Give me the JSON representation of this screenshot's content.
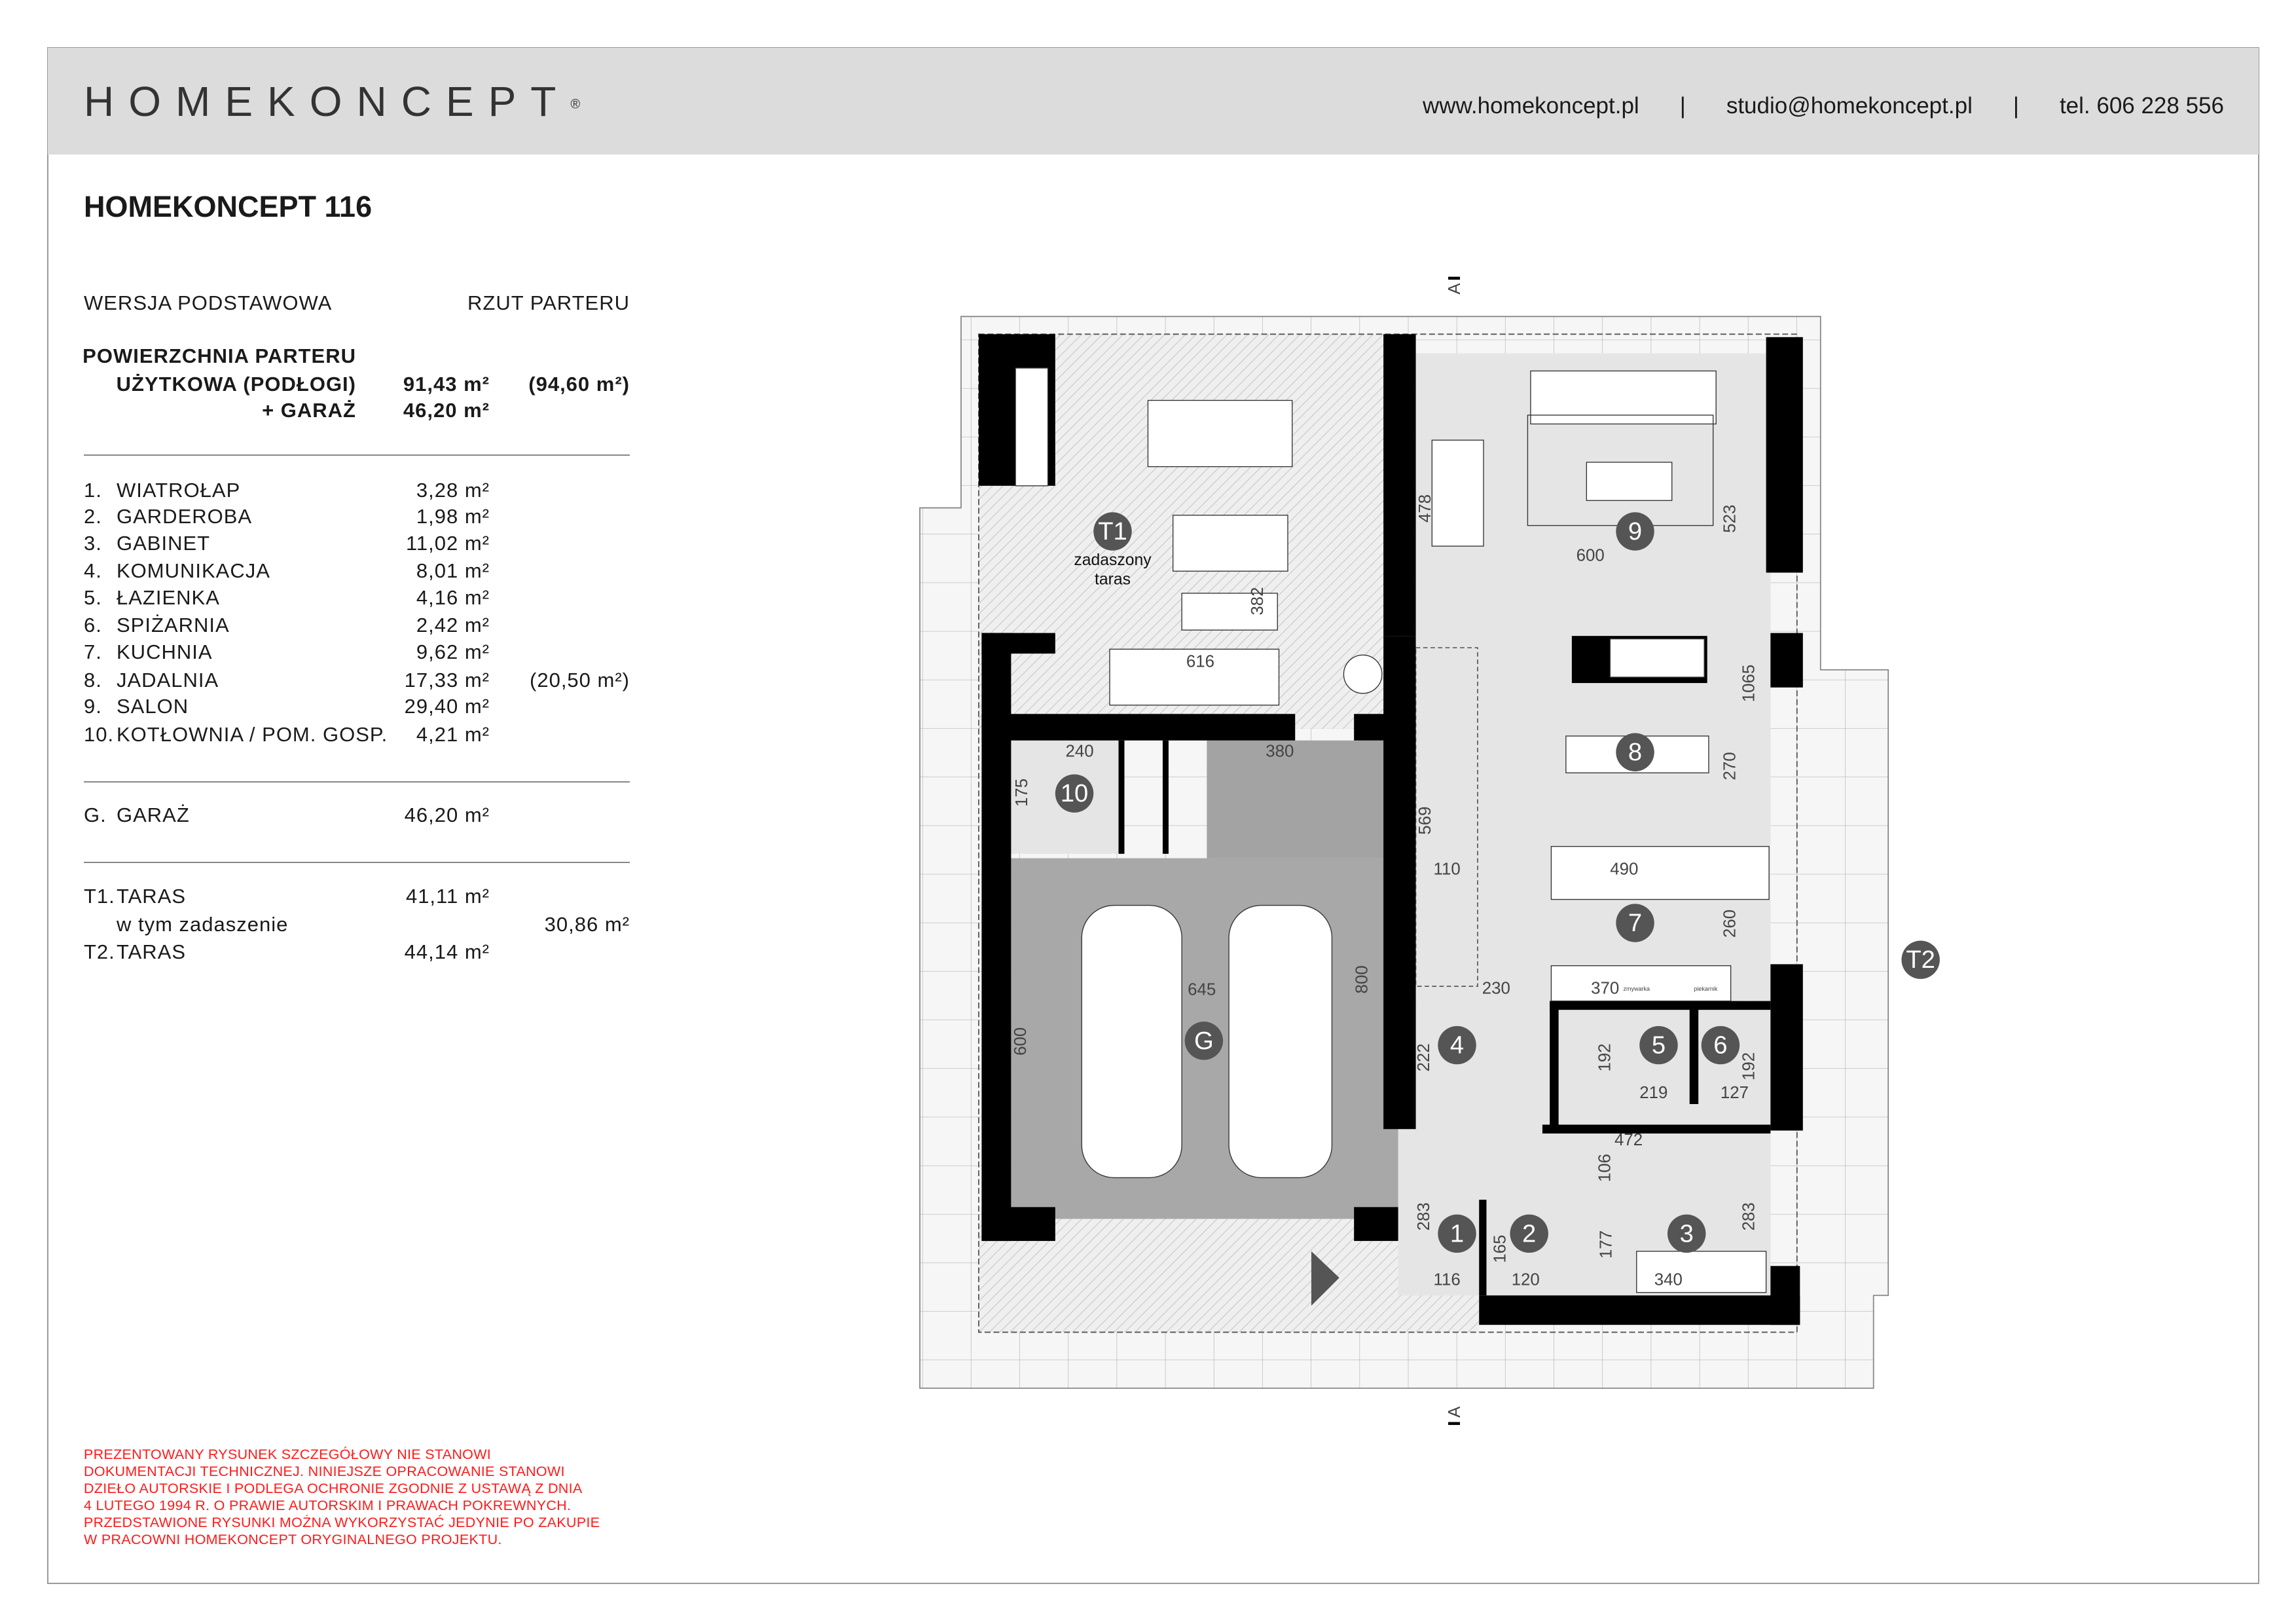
{
  "header": {
    "logo": "HOMEKONCEPT",
    "logo_mark": "®",
    "website": "www.homekoncept.pl",
    "email": "studio@homekoncept.pl",
    "phone": "tel. 606 228 556",
    "separator": "|"
  },
  "project_title": "HOMEKONCEPT 116",
  "summary": {
    "version": "WERSJA PODSTAWOWA",
    "view": "RZUT PARTERU",
    "area_heading_1": "POWIERZCHNIA PARTERU",
    "area_heading_2": "UŻYTKOWA (PODŁOGI)",
    "area_value": "91,43 m²",
    "area_alt": "(94,60 m²)",
    "garage_label": "+ GARAŻ",
    "garage_value": "46,20 m²"
  },
  "rooms": [
    {
      "no": "1.",
      "name": "WIATROŁAP",
      "area": "3,28 m²",
      "alt": ""
    },
    {
      "no": "2.",
      "name": "GARDEROBA",
      "area": "1,98 m²",
      "alt": ""
    },
    {
      "no": "3.",
      "name": "GABINET",
      "area": "11,02 m²",
      "alt": ""
    },
    {
      "no": "4.",
      "name": "KOMUNIKACJA",
      "area": "8,01 m²",
      "alt": ""
    },
    {
      "no": "5.",
      "name": "ŁAZIENKA",
      "area": "4,16 m²",
      "alt": ""
    },
    {
      "no": "6.",
      "name": "SPIŻARNIA",
      "area": "2,42 m²",
      "alt": ""
    },
    {
      "no": "7.",
      "name": "KUCHNIA",
      "area": "9,62 m²",
      "alt": ""
    },
    {
      "no": "8.",
      "name": "JADALNIA",
      "area": "17,33 m²",
      "alt": "(20,50 m²)"
    },
    {
      "no": "9.",
      "name": "SALON",
      "area": "29,40 m²",
      "alt": ""
    },
    {
      "no": "10.",
      "name": "KOTŁOWNIA / POM. GOSP.",
      "area": "4,21 m²",
      "alt": ""
    }
  ],
  "garage": {
    "no": "G.",
    "name": "GARAŻ",
    "area": "46,20 m²"
  },
  "terraces": {
    "t1_no": "T1.",
    "t1_name": "TARAS",
    "t1_area": "41,11 m²",
    "t1_sub": "w tym zadaszenie",
    "t1_sub_area": "30,86 m²",
    "t2_no": "T2.",
    "t2_name": "TARAS",
    "t2_area": "44,14 m²"
  },
  "disclaimer": "PREZENTOWANY RYSUNEK SZCZEGÓŁOWY NIE STANOWI\nDOKUMENTACJI TECHNICZNEJ. NINIEJSZE OPRACOWANIE STANOWI\nDZIEŁO AUTORSKIE I PODLEGA OCHRONIE ZGODNIE Z USTAWĄ Z DNIA\n4 LUTEGO 1994 R. O PRAWIE AUTORSKIM I PRAWACH POKREWNYCH.\nPRZEDSTAWIONE RYSUNKI MOŻNA WYKORZYSTAĆ JEDYNIE PO ZAKUPIE\nW PRACOWNI HOMEKONCEPT ORYGINALNEGO PROJEKTU.",
  "plan": {
    "section_marker": "A",
    "markers": {
      "r1": "1",
      "r2": "2",
      "r3": "3",
      "r4": "4",
      "r5": "5",
      "r6": "6",
      "r7": "7",
      "r8": "8",
      "r9": "9",
      "r10": "10",
      "g": "G",
      "t1": "T1",
      "t2": "T2"
    },
    "t1_caption_1": "zadaszony",
    "t1_caption_2": "taras",
    "appliance_1": "zmywarka",
    "appliance_2": "piekarnik",
    "dims": {
      "salon_w": "600",
      "salon_h": "523",
      "salon_sofa": "478",
      "terrace_depth": "382",
      "terrace_w": "616",
      "total_h": "1065",
      "dining_h": "270",
      "stairs": "569",
      "boiler_w": "240",
      "garage_store": "380",
      "boiler_h": "175",
      "stair_w": "110",
      "kitchen_w": "490",
      "kitchen_h": "260",
      "garage_w": "645",
      "garage_d": "800",
      "garage_inner": "600",
      "hall_w": "230",
      "counter_w": "370",
      "hall_h": "222",
      "bath_h": "192",
      "bath_w": "219",
      "pantry_w": "127",
      "pantry_h": "192",
      "office_w472": "472",
      "office_gap": "106",
      "vest_h": "283",
      "ward_h": "165",
      "ward_h2": "177",
      "office_h": "283",
      "vest_w": "116",
      "ward_w": "120",
      "office_w": "340"
    }
  }
}
